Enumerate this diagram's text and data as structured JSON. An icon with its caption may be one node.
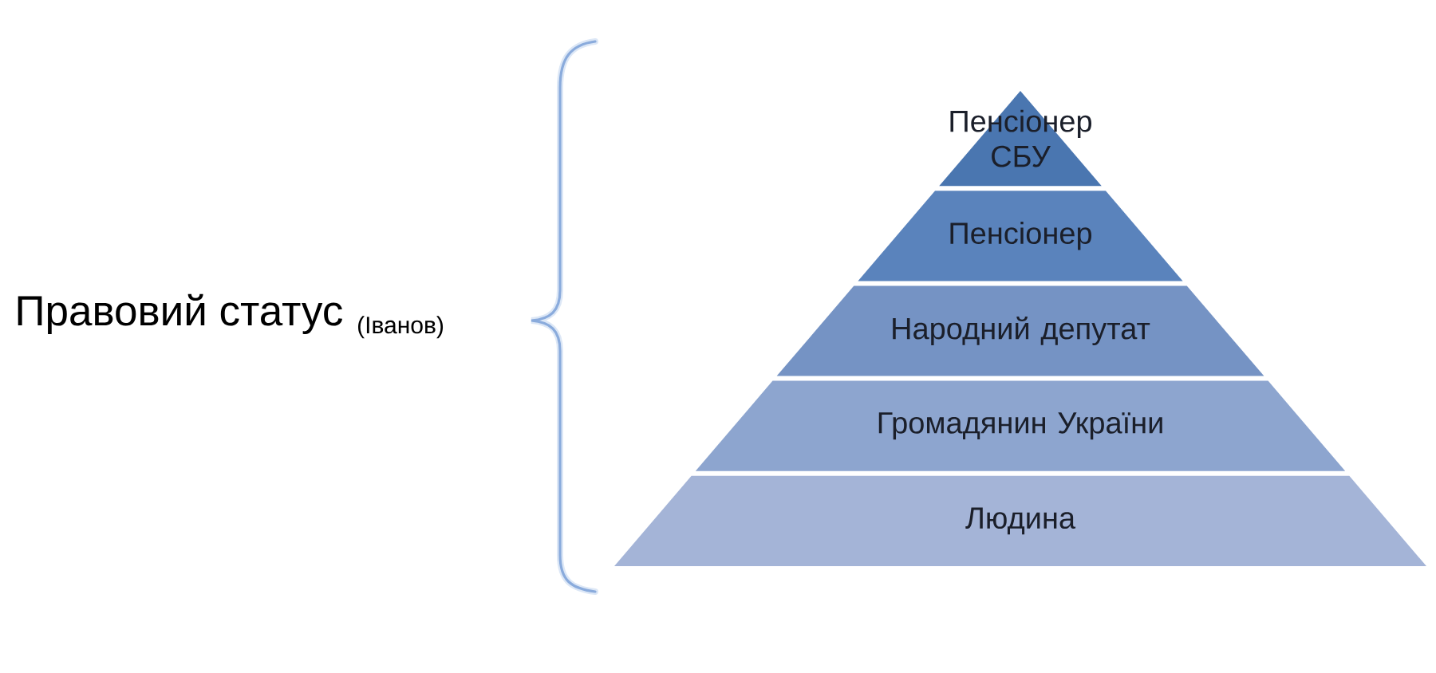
{
  "diagram": {
    "nodes": [
      {
        "text": [
          "Пенсіонер СБУ"
        ]
      },
      {
        "text": [
          "Пенсіонер"
        ]
      },
      {
        "text": [
          "Народний депутат"
        ]
      },
      {
        "text": [
          "Громадянин України"
        ]
      },
      {
        "text": [
          "Людина"
        ]
      }
    ],
    "labels": [
      "Правовий статус",
      "(Іванов)"
    ]
  }
}
